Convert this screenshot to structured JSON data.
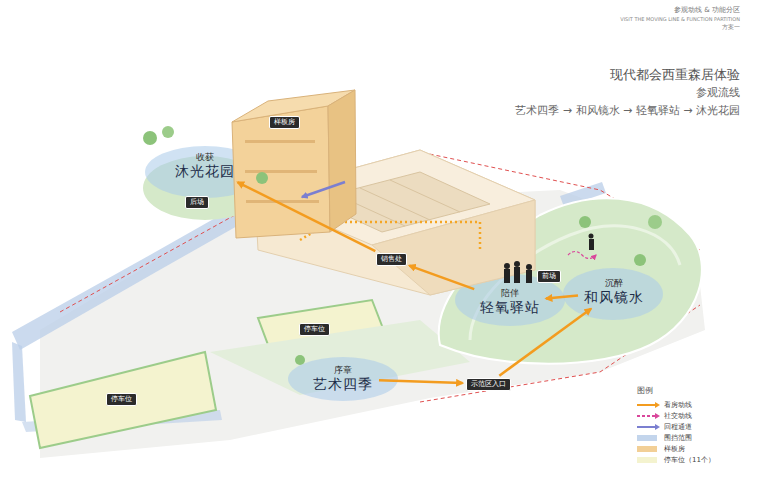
{
  "diagram": {
    "title": "现代都会西重森居体验",
    "nodes": [
      {
        "text": [
          "样板房"
        ]
      },
      {
        "text": [
          "收获",
          "沐光花园"
        ]
      },
      {
        "text": [
          "后场"
        ]
      },
      {
        "text": [
          "销售处"
        ]
      },
      {
        "text": [
          "陪伴",
          "轻氧驿站"
        ]
      },
      {
        "text": [
          "前场"
        ]
      },
      {
        "text": [
          "沉醉",
          "和风镜水"
        ]
      },
      {
        "text": [
          "停车位"
        ]
      },
      {
        "text": [
          "序章",
          "艺术四季"
        ]
      },
      {
        "text": [
          "示范区入口"
        ]
      },
      {
        "text": [
          "停车位"
        ]
      }
    ],
    "edges": [
      {
        "from": 8,
        "to": 9,
        "arrow": "to"
      },
      {
        "from": 9,
        "to": 6,
        "arrow": "to"
      },
      {
        "from": 6,
        "to": 4,
        "arrow": "to"
      },
      {
        "from": 4,
        "to": 3,
        "arrow": "to"
      },
      {
        "from": 3,
        "to": 1,
        "arrow": "to"
      }
    ],
    "labels": [
      "参观动线 & 功能分区",
      "VISIT THE MOVING LINE & FUNCTION PARTITION",
      "方案一",
      "参观流线",
      "艺术四季 → 和风镜水 → 轻氧驿站 → 沐光花园",
      "图例"
    ],
    "legend": [
      {
        "text": "看房动线"
      },
      {
        "text": "社交动线"
      },
      {
        "text": "回程通道"
      },
      {
        "text": "围挡范围",
        "color": "#c3d5ec"
      },
      {
        "text": "样板房",
        "color": "#f2cf96"
      },
      {
        "text": "停车位（11个）",
        "color": "#f4f3cf"
      }
    ]
  }
}
